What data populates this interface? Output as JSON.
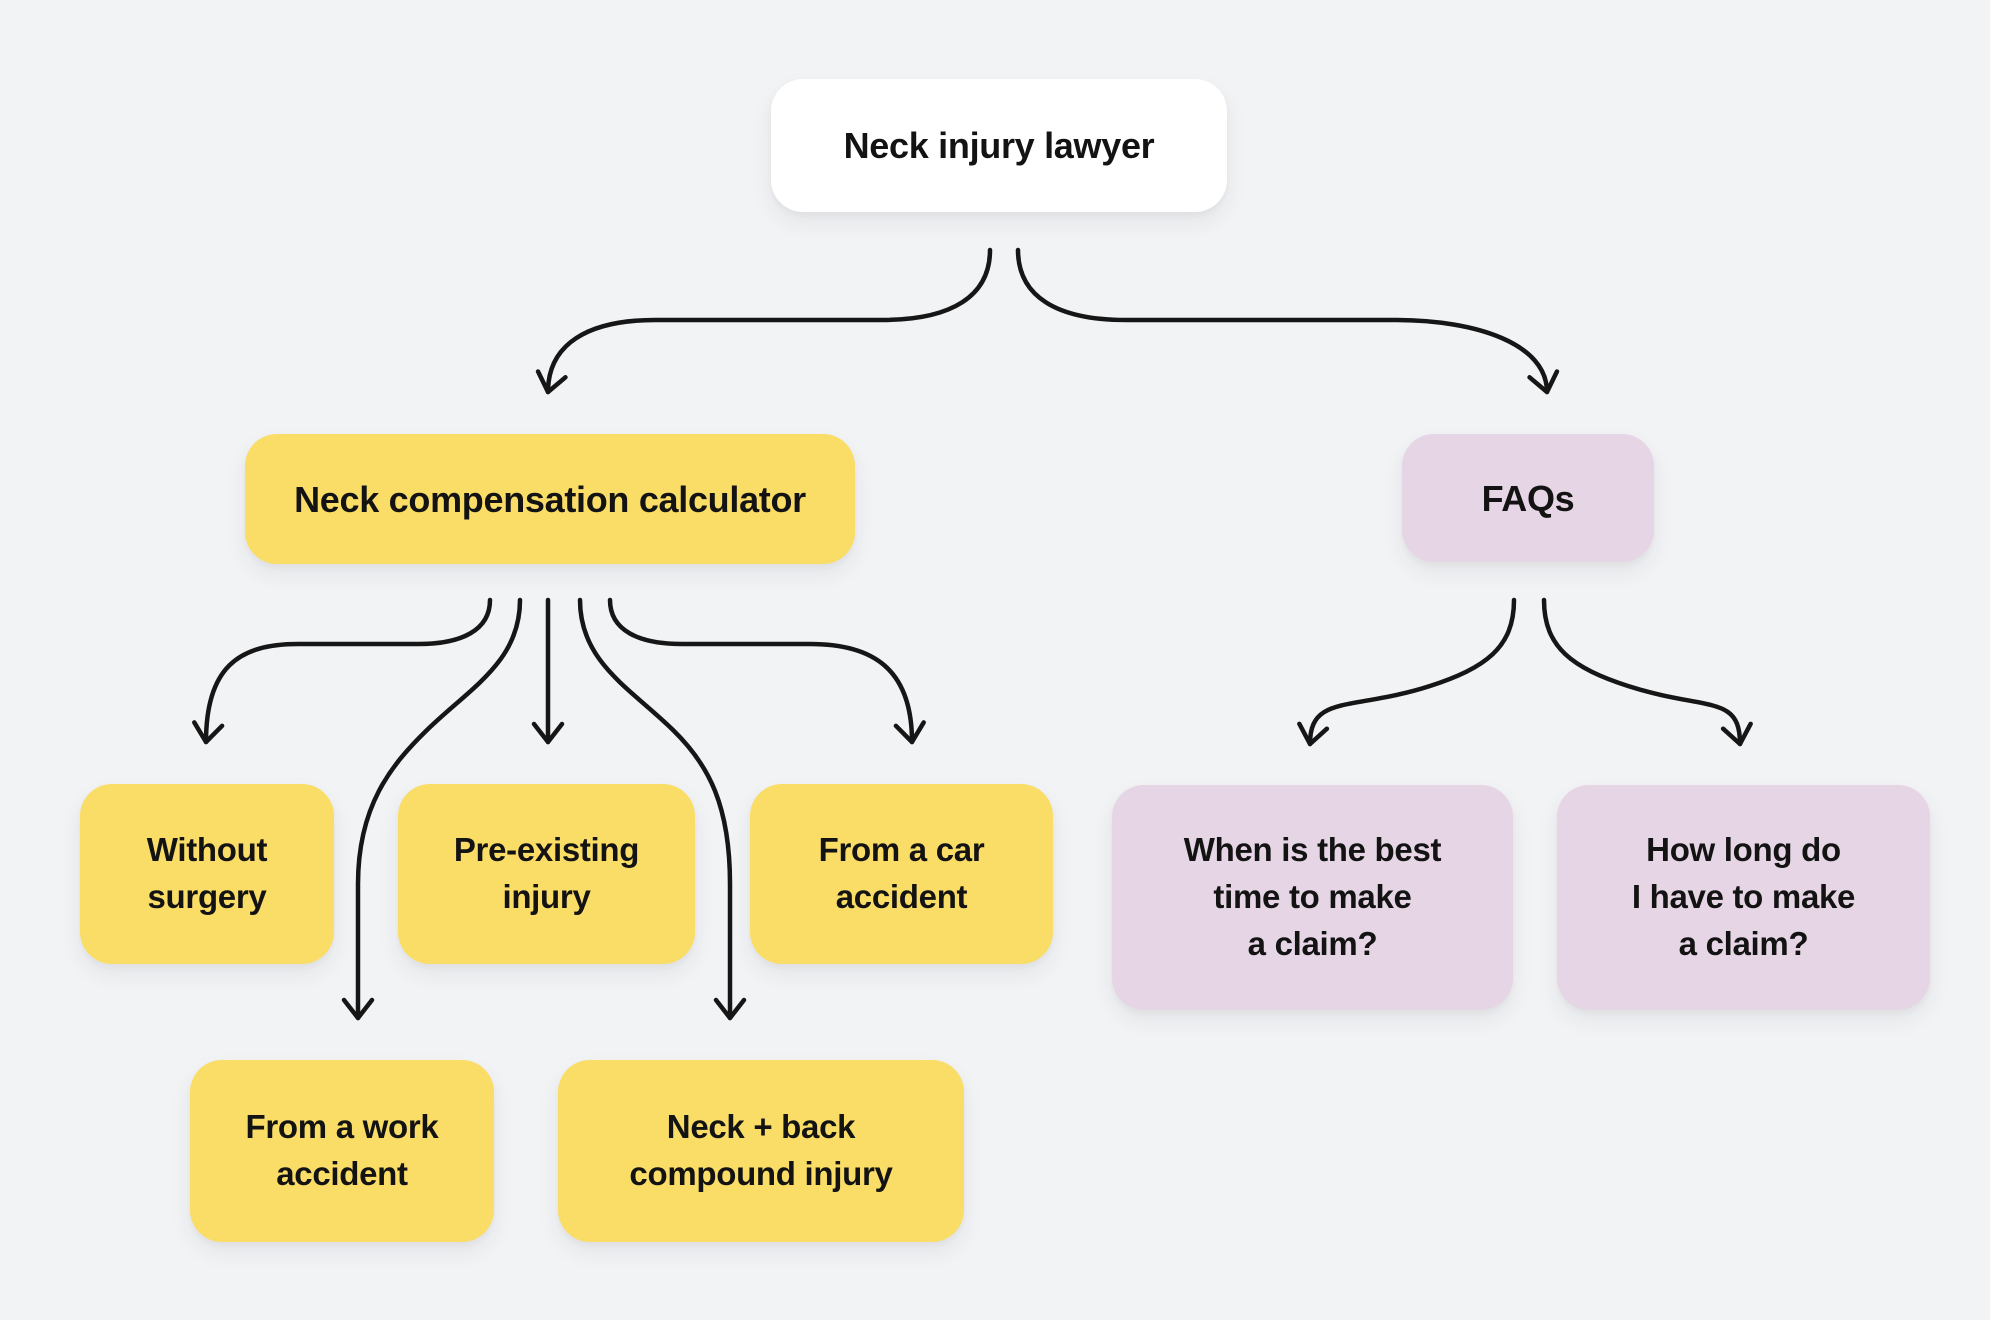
{
  "colors": {
    "background": "#F2F3F5",
    "node_white": "#FFFFFF",
    "node_yellow": "#FADD66",
    "node_purple": "#E6D5E5",
    "text": "#131313",
    "arrow": "#161616"
  },
  "nodes": {
    "root": {
      "label": "Neck injury lawyer"
    },
    "calculator": {
      "label": "Neck compensation calculator"
    },
    "faqs": {
      "label": "FAQs"
    },
    "without_surgery": {
      "label": "Without\nsurgery"
    },
    "pre_existing": {
      "label": "Pre-existing\ninjury"
    },
    "car_accident": {
      "label": "From a car\naccident"
    },
    "work_accident": {
      "label": "From a work\naccident"
    },
    "compound_injury": {
      "label": "Neck + back\ncompound injury"
    },
    "faq_best_time": {
      "label": "When is the best\ntime to make\na claim?"
    },
    "faq_how_long": {
      "label": "How long do\nI have to make\na claim?"
    }
  },
  "edges": [
    {
      "from": "root",
      "to": "calculator"
    },
    {
      "from": "root",
      "to": "faqs"
    },
    {
      "from": "calculator",
      "to": "without_surgery"
    },
    {
      "from": "calculator",
      "to": "work_accident"
    },
    {
      "from": "calculator",
      "to": "pre_existing"
    },
    {
      "from": "calculator",
      "to": "compound_injury"
    },
    {
      "from": "calculator",
      "to": "car_accident"
    },
    {
      "from": "faqs",
      "to": "faq_best_time"
    },
    {
      "from": "faqs",
      "to": "faq_how_long"
    }
  ]
}
